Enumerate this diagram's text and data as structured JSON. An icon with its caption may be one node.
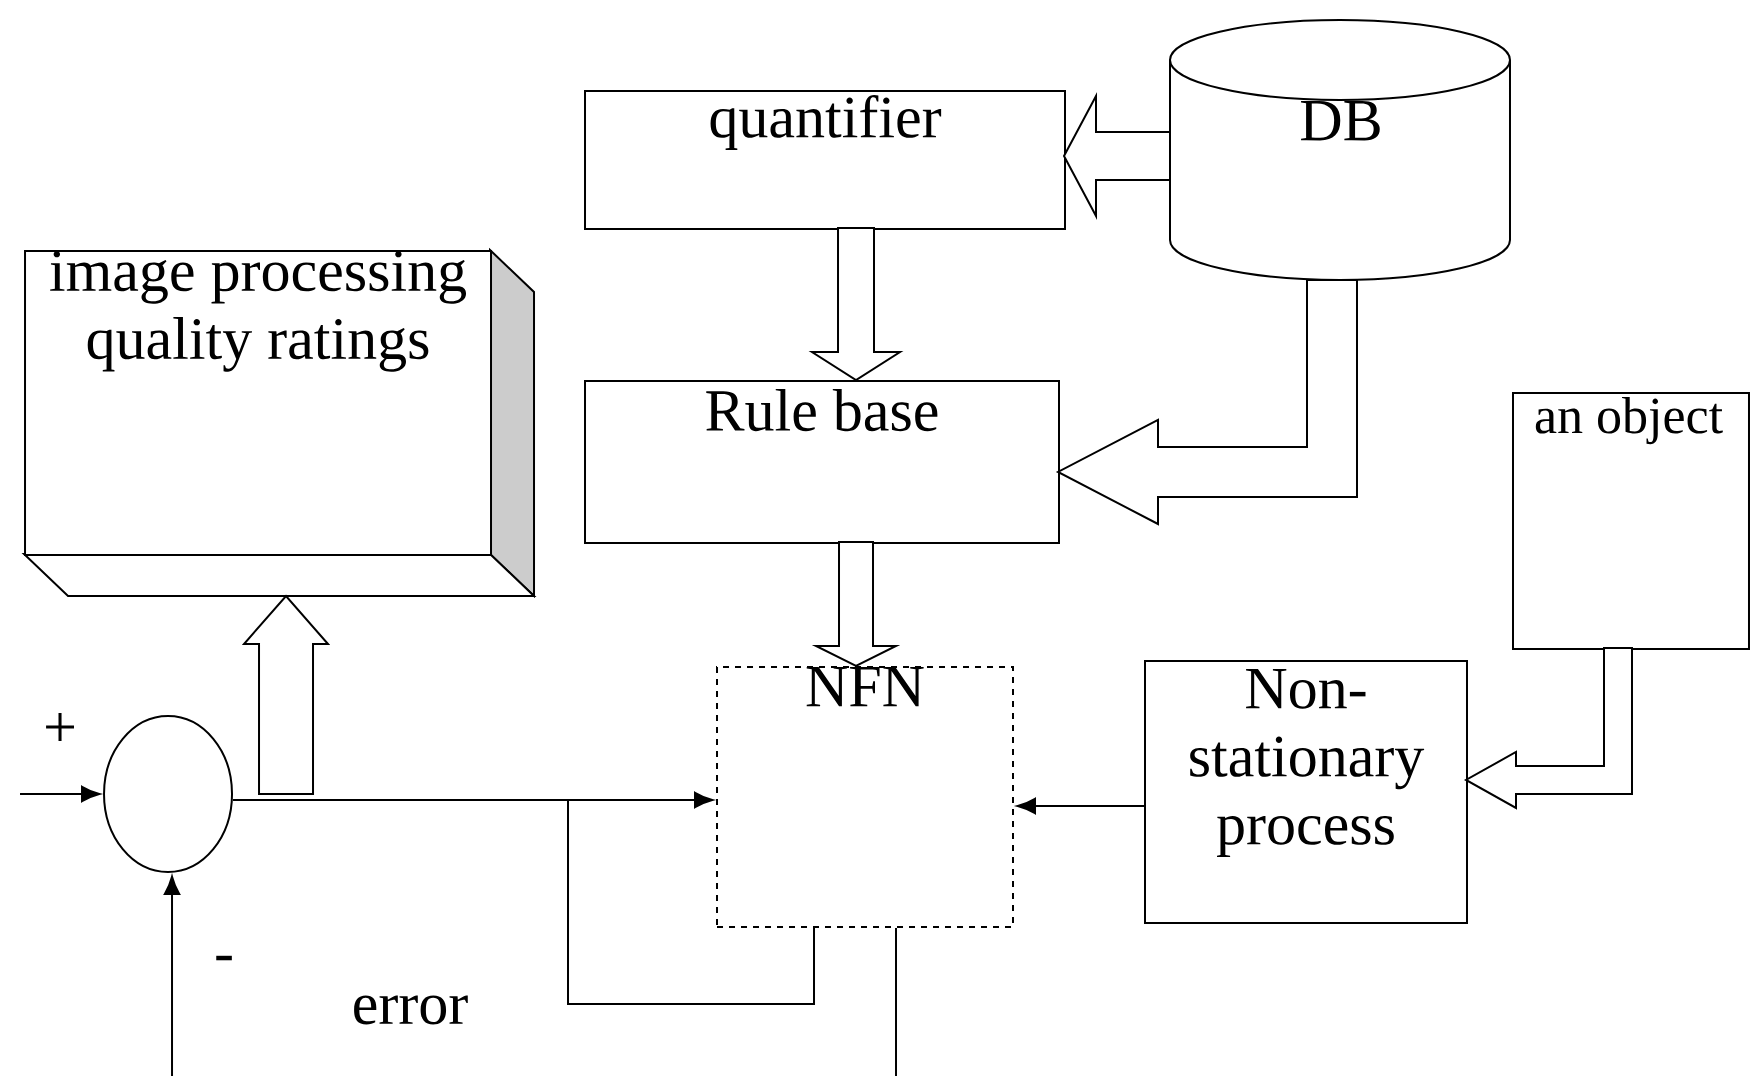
{
  "diagram": {
    "nodes": [
      {
        "text": [
          "quantifier"
        ]
      },
      {
        "text": [
          "DB"
        ]
      },
      {
        "text": [
          "image processing quality ratings"
        ]
      },
      {
        "text": [
          "Rule base"
        ]
      },
      {
        "text": [
          "an object"
        ]
      },
      {
        "text": [
          "NFN"
        ]
      },
      {
        "text": [
          "Non- stationary process"
        ]
      },
      {
        "text": [],
        "shape": "circle",
        "beside": [
          "+",
          "-"
        ]
      }
    ],
    "edges": [
      {
        "from": 1,
        "to": 0,
        "arrow": "to",
        "style": "thick"
      },
      {
        "from": 0,
        "to": 3,
        "arrow": "to",
        "style": "thick"
      },
      {
        "from": 1,
        "to": 3,
        "arrow": "to",
        "style": "thick"
      },
      {
        "from": 3,
        "to": 5,
        "arrow": "to",
        "style": "thick"
      },
      {
        "from": 7,
        "to": 2,
        "arrow": "to",
        "style": "thick"
      },
      {
        "from": 4,
        "to": 6,
        "arrow": "to",
        "style": "thick"
      },
      {
        "from": null,
        "to": 7,
        "arrow": "to"
      },
      {
        "from": 7,
        "to": 5,
        "arrow": "to"
      },
      {
        "from": 6,
        "to": 5,
        "arrow": "to"
      },
      {
        "from": null,
        "to": 7,
        "arrow": "to"
      },
      {
        "from": 5,
        "to": null,
        "arrow": "none"
      },
      {
        "from": 5,
        "to": null,
        "arrow": "none"
      }
    ],
    "labels": [
      "error"
    ]
  }
}
